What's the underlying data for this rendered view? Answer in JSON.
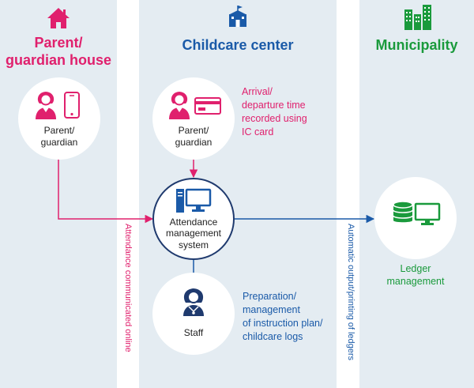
{
  "columns": {
    "parent": {
      "header": "Parent/\nguardian house",
      "color": "#e0206d"
    },
    "center": {
      "header": "Childcare center",
      "color": "#1a5aa8"
    },
    "municipality": {
      "header": "Municipality",
      "color": "#1a9a3c"
    }
  },
  "nodes": {
    "parent_home": {
      "label": "Parent/\nguardian"
    },
    "parent_center": {
      "label": "Parent/\nguardian"
    },
    "system": {
      "label": "Attendance\nmanagement\nsystem"
    },
    "staff": {
      "label": "Staff"
    },
    "ledger": {
      "label": "Ledger\nmanagement"
    }
  },
  "notes": {
    "ic_card": "Arrival/\ndeparture time\nrecorded using\nIC card",
    "staff": "Preparation/\nmanagement\nof instruction plan/\nchildcare logs"
  },
  "flows": {
    "online": "Attendance communicated online",
    "ledger_output": "Automatic output/printing of ledgers"
  },
  "colors": {
    "pink": "#e0206d",
    "blue": "#1a5aa8",
    "green": "#1a9a3c",
    "navy": "#1f3a6e",
    "background": "#e4ecf2"
  }
}
